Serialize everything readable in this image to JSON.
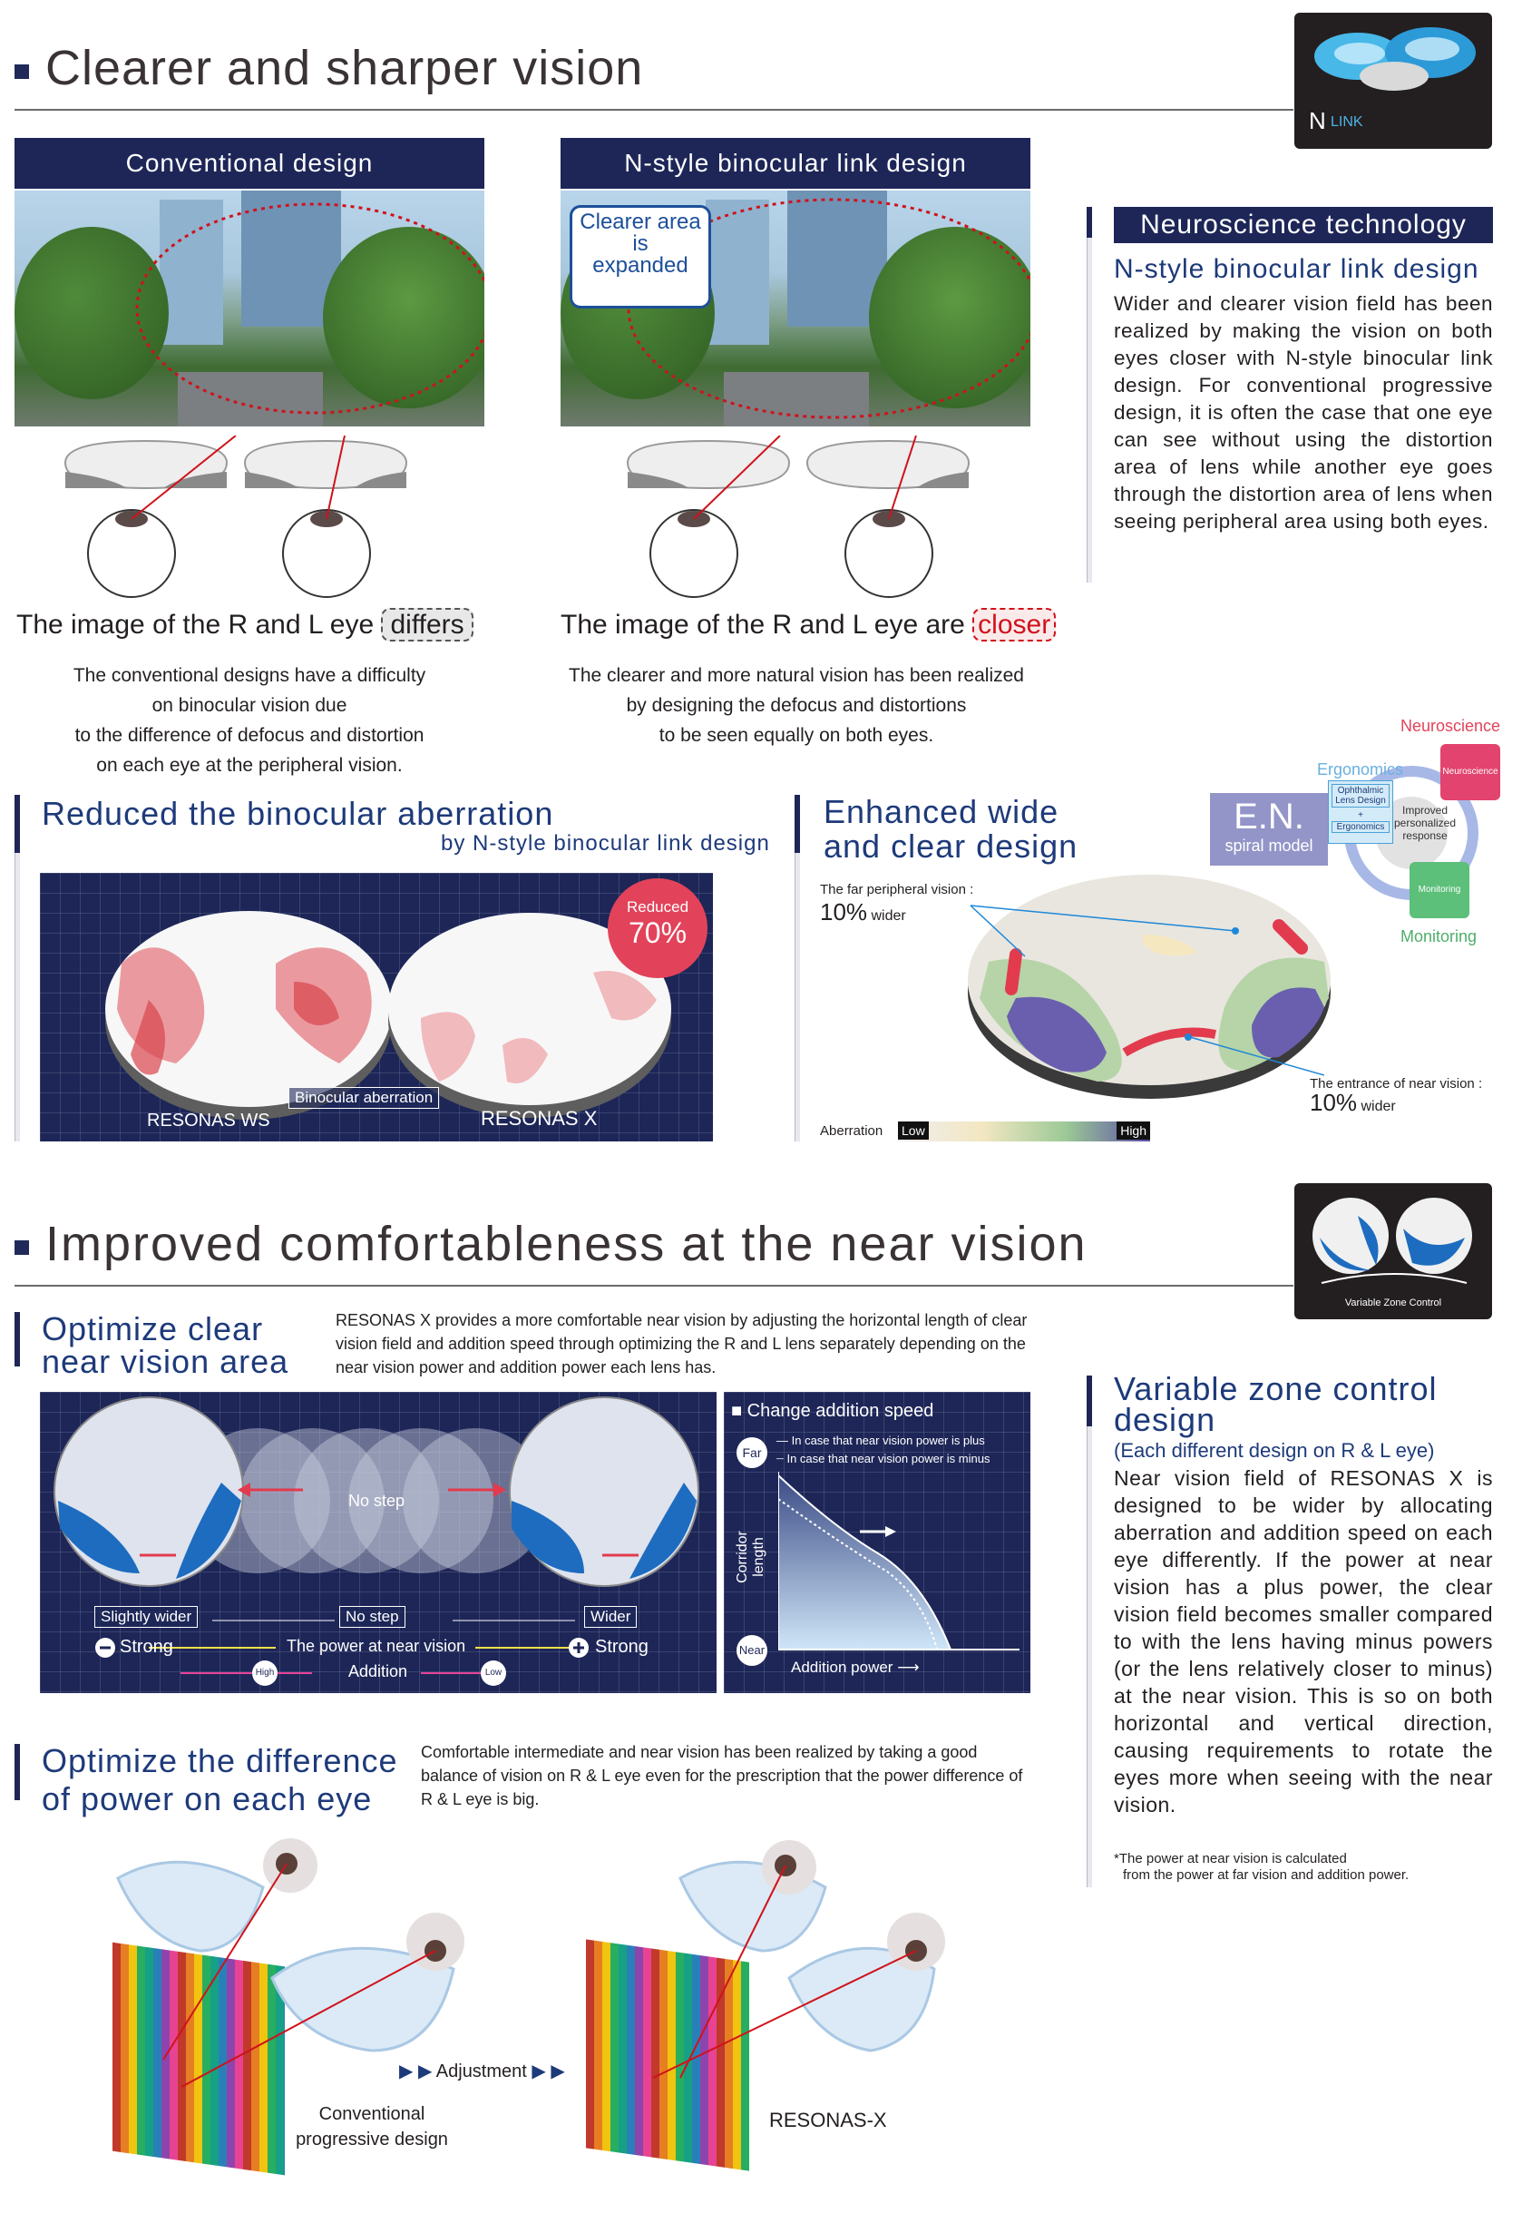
{
  "section1": {
    "title": "Clearer and sharper vision",
    "badge_text_n": "N",
    "badge_text_link": "LINK",
    "conventional": {
      "header": "Conventional design",
      "compare_prefix": "The image of the R and L eye ",
      "compare_keyword": "differs",
      "caption": [
        "The conventional designs have a difficulty",
        "on binocular vision due",
        "to the difference of defocus and distortion",
        "on each eye at the peripheral vision."
      ]
    },
    "nstyle": {
      "header": "N-style binocular link design",
      "callout": [
        "Clearer area",
        "is",
        "expanded"
      ],
      "compare_prefix": "The image of the R and L eye are ",
      "compare_keyword": "closer",
      "caption": [
        "The clearer and more natural vision has been realized",
        "by designing the defocus and distortions",
        "to be seen equally on both eyes."
      ]
    },
    "neuro": {
      "tag": "Neuroscience technology",
      "subtitle": "N-style binocular link design",
      "body": "Wider and clearer vision field has been realized by making the vision on both eyes closer with N-style binocular link design. For conventional progressive design, it is often the case that one eye can see without using the distortion area of lens while another eye goes through the distortion area of lens when seeing peripheral area using both eyes."
    },
    "binocular": {
      "title": "Reduced the binocular aberration",
      "subtitle": "by N-style binocular link design",
      "reduced_label": "Reduced",
      "reduced_value": "70%",
      "left_lens": "RESONAS WS",
      "right_lens": "RESONAS X",
      "center_label": "Binocular aberration"
    },
    "enhanced": {
      "title_line1": "Enhanced wide",
      "title_line2": "and clear design",
      "far_label": "The far peripheral vision :",
      "far_value": "10%",
      "far_unit": "wider",
      "near_label": "The entrance of near vision :",
      "near_value": "10%",
      "near_unit": "wider",
      "aberration_label": "Aberration",
      "low": "Low",
      "high": "High",
      "en": "E.N.",
      "spiral": "spiral model",
      "neuroscience": "Neuroscience",
      "neuroscience_small": "Neuroscience",
      "ergonomics": "Ergonomics",
      "ophthalmic": "Ophthalmic Lens Design",
      "plus": "+",
      "ergonomics_small": "Ergonomics",
      "improved": "Improved personalized response",
      "monitoring": "Monitoring",
      "monitoring_small": "Monitoring"
    }
  },
  "section2": {
    "title": "Improved comfortableness at the near vision",
    "badge_caption": "Variable Zone Control",
    "optimize_clear": {
      "title_line1": "Optimize clear",
      "title_line2": "near vision area",
      "description": "RESONAS X provides a more comfortable near vision by adjusting the horizontal length of clear vision field and addition speed through optimizing the R and L lens separately depending on the near vision power and addition power each lens has."
    },
    "near_panel": {
      "no_step_center": "No step",
      "slightly_wider": "Slightly wider",
      "no_step": "No step",
      "wider": "Wider",
      "strong_left": "Strong",
      "power_at_near": "The power at near vision",
      "strong_right": "Strong",
      "high": "High",
      "addition": "Addition",
      "low": "Low"
    },
    "addition_chart": {
      "title": "Change addition speed",
      "far": "Far",
      "near": "Near",
      "legend_plus": "In case that near vision power is plus",
      "legend_minus": "In case that near vision power is minus",
      "y_axis": "Corridor length",
      "x_axis": "Addition power"
    },
    "variable_zone": {
      "title_line1": "Variable zone control",
      "title_line2": "design",
      "subtitle": "(Each different design on R & L eye)",
      "body": "Near vision field of RESONAS X is designed to be wider by allocating aberration and addition speed on each eye differently. If the power at near vision has a plus power, the clear vision field becomes smaller compared to with the lens having minus powers (or the lens relatively closer to minus) at the near vision. This is so on both horizontal and vertical direction, causing requirements to rotate the eyes more when seeing with the near vision.",
      "footnote_line1": "*The power at near vision is calculated",
      "footnote_line2": "from the power at far vision and addition power."
    },
    "optimize_diff": {
      "title_line1": "Optimize the difference",
      "title_line2": "of power on each eye",
      "description": "Comfortable intermediate and near vision has been realized by taking a good balance of vision on R & L eye even for the prescription that the power difference of R & L eye is big.",
      "adjustment": "Adjustment",
      "conventional_line1": "Conventional",
      "conventional_line2": "progressive design",
      "resonas": "RESONAS-X"
    }
  }
}
